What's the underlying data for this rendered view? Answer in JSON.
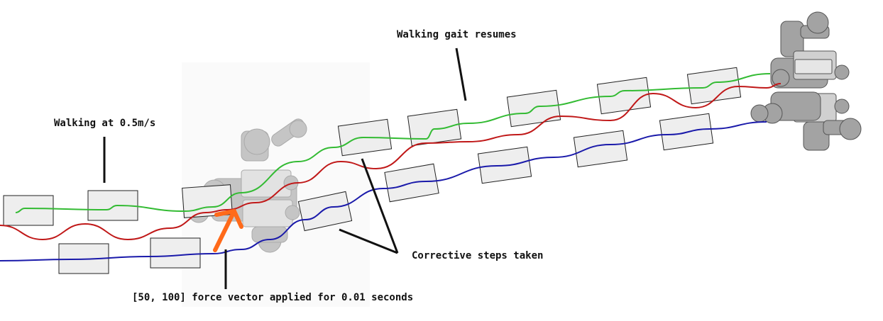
{
  "annotations": {
    "walking_speed": "Walking at 0.5m/s",
    "gait_resumes": "Walking gait resumes",
    "corrective_steps": "Corrective steps taken",
    "force_applied": "[50, 100] force vector applied for 0.01 seconds"
  },
  "colors": {
    "left_foot_path": "#33bb33",
    "right_foot_path": "#1a1aaa",
    "body_path": "#c01818",
    "force_vector": "#ff6a1a",
    "footstep_fill": "#eeeeee",
    "footstep_stroke": "#222222",
    "pointer": "#111111"
  },
  "icons": {
    "robot_start": "quadruped-robot-icon",
    "robot_end": "quadruped-robot-icon"
  }
}
